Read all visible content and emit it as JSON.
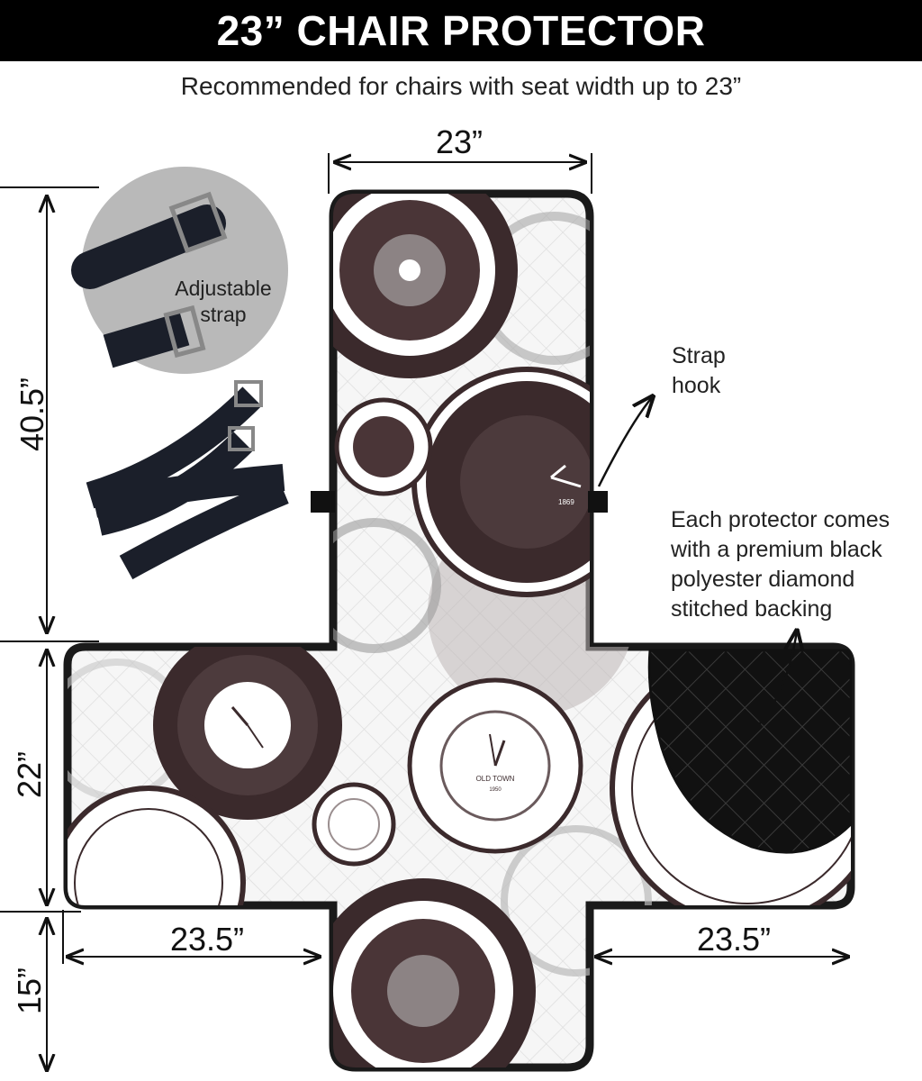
{
  "header": {
    "title": "23” CHAIR PROTECTOR",
    "subtitle": "Recommended for chairs with seat width up to 23”"
  },
  "dimensions": {
    "top_width": "23”",
    "back_height": "40.5”",
    "seat_depth": "22”",
    "front_flap": "15”",
    "left_arm": "23.5”",
    "right_arm": "23.5”"
  },
  "callouts": {
    "strap_label_line1": "Adjustable",
    "strap_label_line2": "strap",
    "hook_line1": "Strap",
    "hook_line2": "hook",
    "backing_line1": "Each protector comes",
    "backing_line2": "with a premium black",
    "backing_line3": "polyester diamond",
    "backing_line4": "stitched backing"
  },
  "clock_labels": {
    "year": "1869",
    "brand": "OLD TOWN",
    "brand_year": "1950"
  },
  "colors": {
    "banner": "#000000",
    "clock_dark": "#3b2a2c",
    "outline": "#1a1a1a",
    "quilt": "#f4f4f4"
  }
}
